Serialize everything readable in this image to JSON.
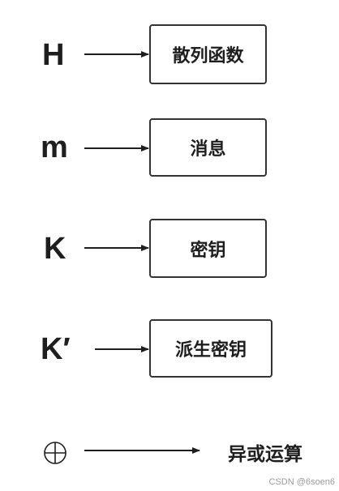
{
  "legend": {
    "rows": [
      {
        "symbol": "H",
        "meaning": "散列函数"
      },
      {
        "symbol": "m",
        "meaning": "消息"
      },
      {
        "symbol": "K",
        "meaning": "密钥"
      },
      {
        "symbol": "K′",
        "meaning": "派生密钥"
      },
      {
        "symbol": "xor-circle-icon",
        "meaning": "异或运算"
      }
    ]
  },
  "watermark": "CSDN @6soen6"
}
